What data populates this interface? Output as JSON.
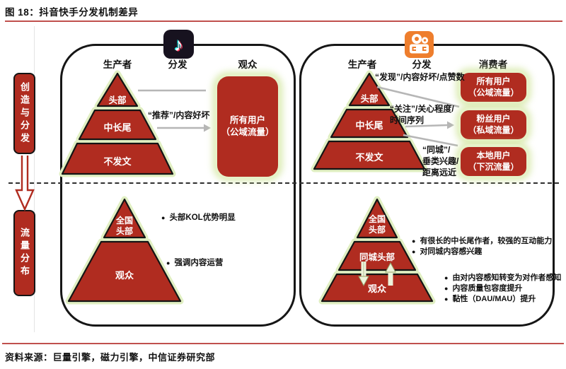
{
  "title": "图 18：抖音快手分发机制差异",
  "source": "资料来源：巨量引擎，磁力引擎，中信证券研究部",
  "bullet_char": "●",
  "colors": {
    "brand_red": "#B02C20",
    "rule_red": "#C0504D",
    "glow_green": "#E6F2C9",
    "kuaishou_orange": "#EE7E2D",
    "douyin_dark": "#17121F",
    "connector_gray": "#B6B6B6"
  },
  "sidebar": {
    "top": "创造与分发",
    "bottom": "流量分布"
  },
  "douyin": {
    "col_producer": "生产者",
    "col_distribution": "分发",
    "col_audience": "观众",
    "tiers_top": {
      "t1": "头部",
      "t2": "中长尾",
      "t3": "不发文"
    },
    "flow_label": "“推荐”/内容好坏",
    "audience_box": {
      "l1": "所有用户",
      "l2": "（公域流量）"
    },
    "tiers_bottom": {
      "t1a": "全国",
      "t1b": "头部",
      "t2": "观众"
    },
    "bullets": [
      "头部KOL优势明显",
      "强调内容运营"
    ]
  },
  "kuaishou": {
    "col_producer": "生产者",
    "col_distribution": "分发",
    "col_consumer": "消费者",
    "tiers_top": {
      "t1": "头部",
      "t2": "中长尾",
      "t3": "不发文"
    },
    "flow_discover": "“发现”/内容好坏/点赞数",
    "flow_follow_1": "“关注”/关心程度/",
    "flow_follow_2": "时间序列",
    "flow_city_1": "“同城”/",
    "flow_city_2": "垂类兴趣/",
    "flow_city_3": "距离远近",
    "boxes": [
      {
        "l1": "所有用户",
        "l2": "（公域流量）"
      },
      {
        "l1": "粉丝用户",
        "l2": "（私域流量）"
      },
      {
        "l1": "本地用户",
        "l2": "（下沉流量）"
      }
    ],
    "tiers_bottom": {
      "t1a": "全国",
      "t1b": "头部",
      "t2": "同城头部",
      "t3": "观众"
    },
    "bullets_mid": [
      "有很长的中长尾作者，较强的互动能力",
      "对同城内容感兴趣"
    ],
    "bullets_bottom": [
      "由对内容感知转变为对作者感知",
      "内容质量包容度提升",
      "黏性（DAU/MAU）提升"
    ]
  }
}
